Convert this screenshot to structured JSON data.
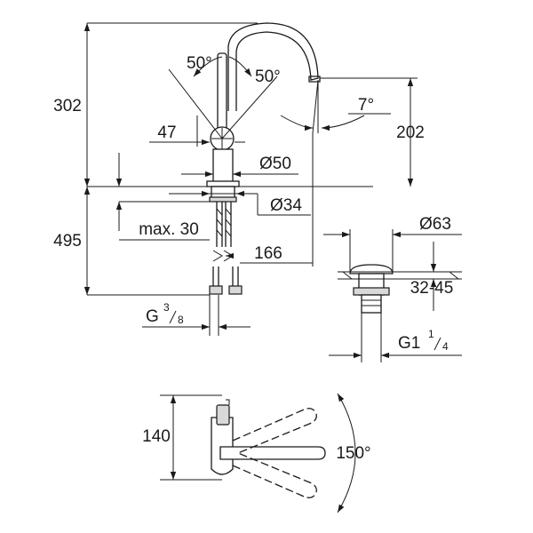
{
  "dimensions": {
    "total_height": "302",
    "swivel_left": "50°",
    "swivel_right": "50°",
    "lever_offset": "47",
    "spout_height": "202",
    "spout_angle": "7°",
    "body_diameter": "Ø50",
    "hole_diameter": "Ø34",
    "below_deck": "495",
    "max_thickness": "max. 30",
    "reach": "166",
    "connection_main": "G",
    "connection_num": "3",
    "connection_den": "8",
    "waste_diameter": "Ø63",
    "waste_range": "32-45",
    "waste_thread": "G1",
    "waste_num": "1",
    "waste_den": "4",
    "plan_depth": "140",
    "rotation": "150°"
  },
  "colors": {
    "line": "#1a1a1a",
    "fill_gray": "#d9d9d9",
    "background": "#ffffff"
  }
}
